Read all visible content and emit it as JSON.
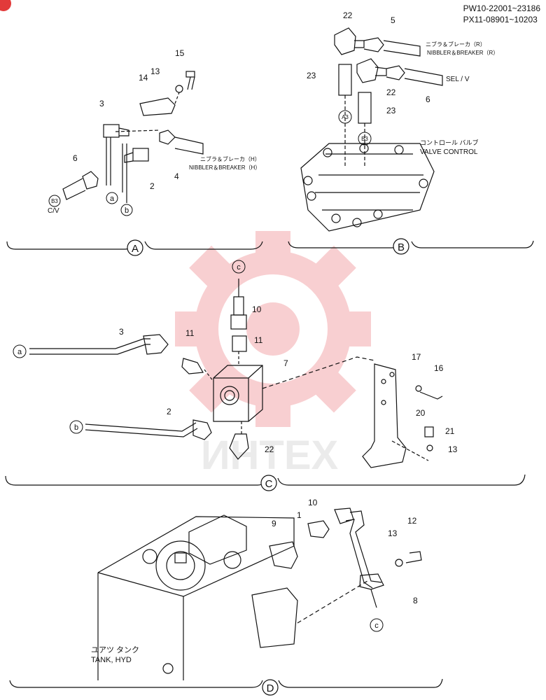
{
  "header": {
    "serial_pw": "PW10-22001~23186",
    "serial_px": "PX11-08901~10203"
  },
  "watermark": {
    "text": "ИНТЕХ",
    "color": "#e8565c"
  },
  "sections": {
    "a": "A",
    "b": "B",
    "c": "C",
    "d": "D"
  },
  "connectors": {
    "a": "a",
    "b": "b",
    "c": "c",
    "b3": "B3",
    "a3": "A3"
  },
  "labels": {
    "nibbler_h_jp": "ニブラ＆ブレーカ（H）",
    "nibbler_h_en": "NIBBLER＆BREAKER（H）",
    "nibbler_r_jp": "ニブラ＆ブレーカ（R）",
    "nibbler_r_en": "NIBBLER＆BREAKER（R）",
    "sel_v": "SEL / V",
    "cv": "C/V",
    "valve_jp": "コントロール バルブ",
    "valve_en": "VALVE CONTROL",
    "tank_jp": "ユアツ タンク",
    "tank_en": "TANK, HYD"
  },
  "part_numbers": {
    "p1": "1",
    "p2": "2",
    "p3": "3",
    "p4": "4",
    "p5": "5",
    "p6": "6",
    "p7": "7",
    "p8": "8",
    "p9": "9",
    "p10": "10",
    "p11": "11",
    "p12": "12",
    "p13": "13",
    "p14": "14",
    "p15": "15",
    "p16": "16",
    "p17": "17",
    "p20": "20",
    "p21": "21",
    "p22": "22",
    "p23": "23"
  }
}
